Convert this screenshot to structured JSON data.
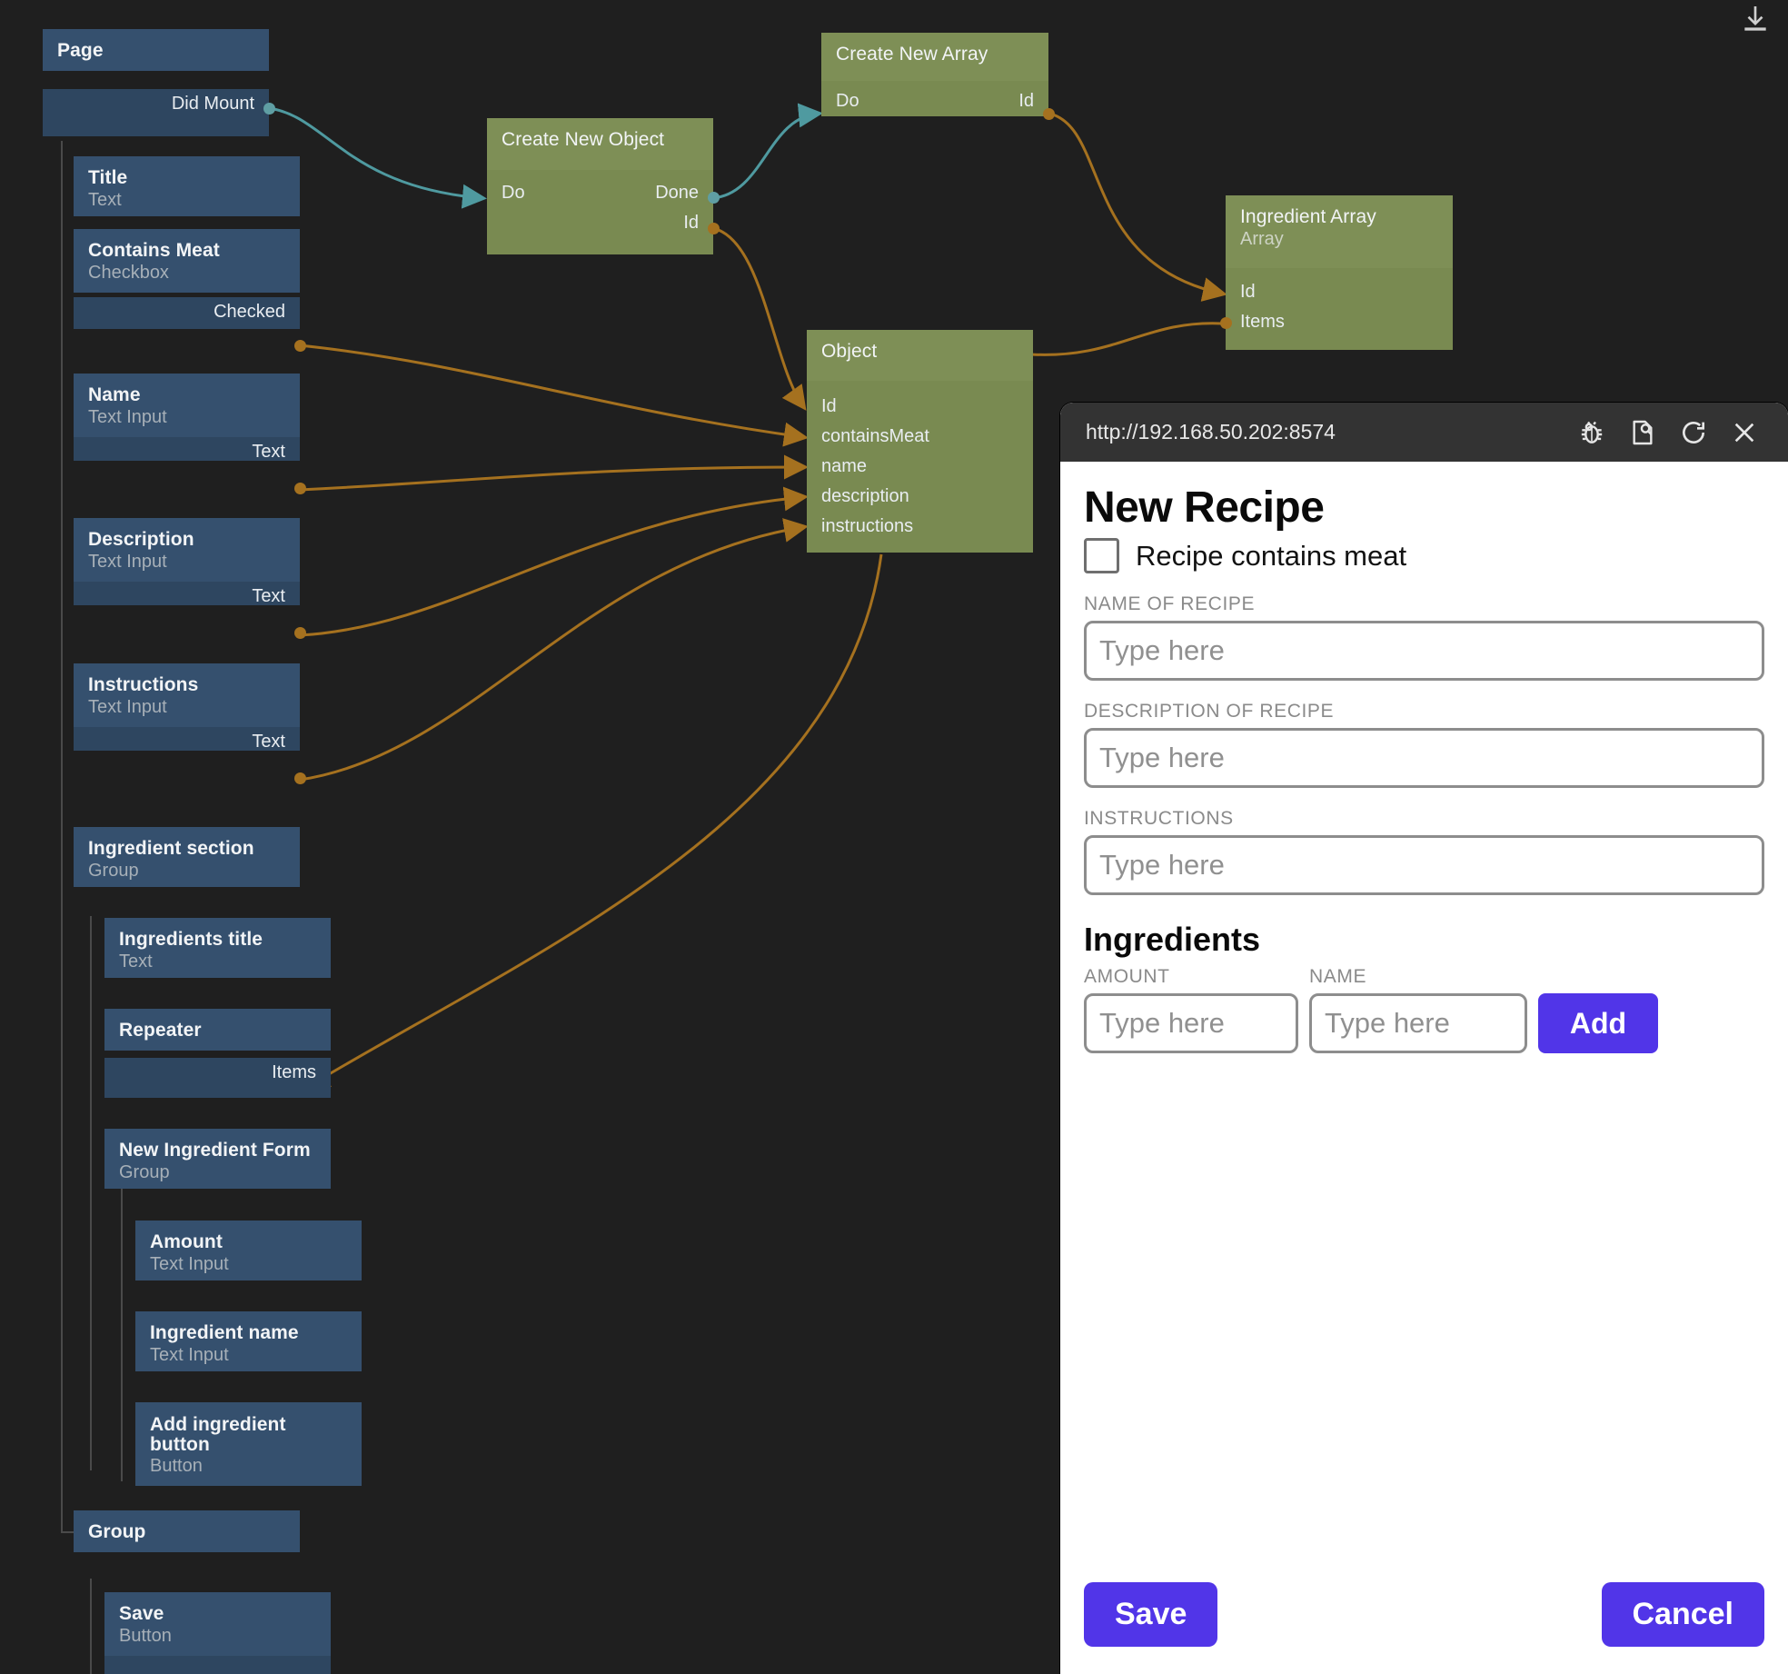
{
  "canvas": {
    "background": "#1f1f1f",
    "wire_colors": {
      "event": "#4f9aa0",
      "data": "#a5711f"
    },
    "node_colors": {
      "component_header": "#35506e",
      "component_body": "#2e4660",
      "logic_header": "#7e8f56",
      "logic_body": "#798a51"
    },
    "nodes": [
      {
        "id": "page",
        "kind": "component",
        "title": "Page",
        "subtitle": "",
        "outputs": [
          "Did Mount"
        ],
        "inputs": []
      },
      {
        "id": "title",
        "kind": "component",
        "title": "Title",
        "subtitle": "Text",
        "outputs": [],
        "inputs": []
      },
      {
        "id": "contains",
        "kind": "component",
        "title": "Contains Meat",
        "subtitle": "Checkbox",
        "outputs": [
          "Checked"
        ],
        "inputs": []
      },
      {
        "id": "name",
        "kind": "component",
        "title": "Name",
        "subtitle": "Text Input",
        "outputs": [
          "Text"
        ],
        "inputs": []
      },
      {
        "id": "description",
        "kind": "component",
        "title": "Description",
        "subtitle": "Text Input",
        "outputs": [
          "Text"
        ],
        "inputs": []
      },
      {
        "id": "instructions",
        "kind": "component",
        "title": "Instructions",
        "subtitle": "Text Input",
        "outputs": [
          "Text"
        ],
        "inputs": []
      },
      {
        "id": "ingsection",
        "kind": "component",
        "title": "Ingredient section",
        "subtitle": "Group",
        "outputs": [],
        "inputs": []
      },
      {
        "id": "ingtitle",
        "kind": "component",
        "title": "Ingredients title",
        "subtitle": "Text",
        "outputs": [],
        "inputs": []
      },
      {
        "id": "repeater",
        "kind": "component",
        "title": "Repeater",
        "subtitle": "",
        "outputs": [
          "Items"
        ],
        "inputs": []
      },
      {
        "id": "newingform",
        "kind": "component",
        "title": "New Ingredient Form",
        "subtitle": "Group",
        "outputs": [],
        "inputs": []
      },
      {
        "id": "amount",
        "kind": "component",
        "title": "Amount",
        "subtitle": "Text Input",
        "outputs": [],
        "inputs": []
      },
      {
        "id": "ingname",
        "kind": "component",
        "title": "Ingredient name",
        "subtitle": "Text Input",
        "outputs": [],
        "inputs": []
      },
      {
        "id": "addingbtn",
        "kind": "component",
        "title": "Add ingredient button",
        "subtitle": "Button",
        "outputs": [],
        "inputs": []
      },
      {
        "id": "group",
        "kind": "component",
        "title": "Group",
        "subtitle": "",
        "outputs": [],
        "inputs": []
      },
      {
        "id": "savebtn",
        "kind": "component",
        "title": "Save",
        "subtitle": "Button",
        "outputs": [],
        "inputs": []
      },
      {
        "id": "createobj",
        "kind": "logic",
        "title": "Create New Object",
        "subtitle": "",
        "inputs": [
          "Do"
        ],
        "outputs": [
          "Done",
          "Id"
        ]
      },
      {
        "id": "createarr",
        "kind": "logic",
        "title": "Create New Array",
        "subtitle": "",
        "inputs": [
          "Do"
        ],
        "outputs": [
          "Id"
        ]
      },
      {
        "id": "ingarray",
        "kind": "logic",
        "title": "Ingredient Array",
        "subtitle": "Array",
        "inputs": [
          "Id",
          "Items"
        ],
        "outputs": []
      },
      {
        "id": "object",
        "kind": "logic",
        "title": "Object",
        "subtitle": "",
        "inputs": [
          "Id",
          "containsMeat",
          "name",
          "description",
          "instructions"
        ],
        "outputs": []
      }
    ]
  },
  "toolbar": {
    "download_icon": "download-icon"
  },
  "preview": {
    "url": "http://192.168.50.202:8574",
    "icons": [
      "bug-icon",
      "inspect-page-icon",
      "reload-icon",
      "close-icon"
    ],
    "page": {
      "title": "New Recipe",
      "checkbox_label": "Recipe contains meat",
      "checkbox_checked": false,
      "fields": [
        {
          "label": "NAME OF RECIPE",
          "placeholder": "Type here",
          "value": ""
        },
        {
          "label": "DESCRIPTION OF RECIPE",
          "placeholder": "Type here",
          "value": ""
        },
        {
          "label": "INSTRUCTIONS",
          "placeholder": "Type here",
          "value": ""
        }
      ],
      "ingredients_heading": "Ingredients",
      "ingredient_fields": [
        {
          "label": "AMOUNT",
          "placeholder": "Type here",
          "value": ""
        },
        {
          "label": "NAME",
          "placeholder": "Type here",
          "value": ""
        }
      ],
      "add_label": "Add",
      "save_label": "Save",
      "cancel_label": "Cancel",
      "accent_color": "#5135e8"
    }
  }
}
